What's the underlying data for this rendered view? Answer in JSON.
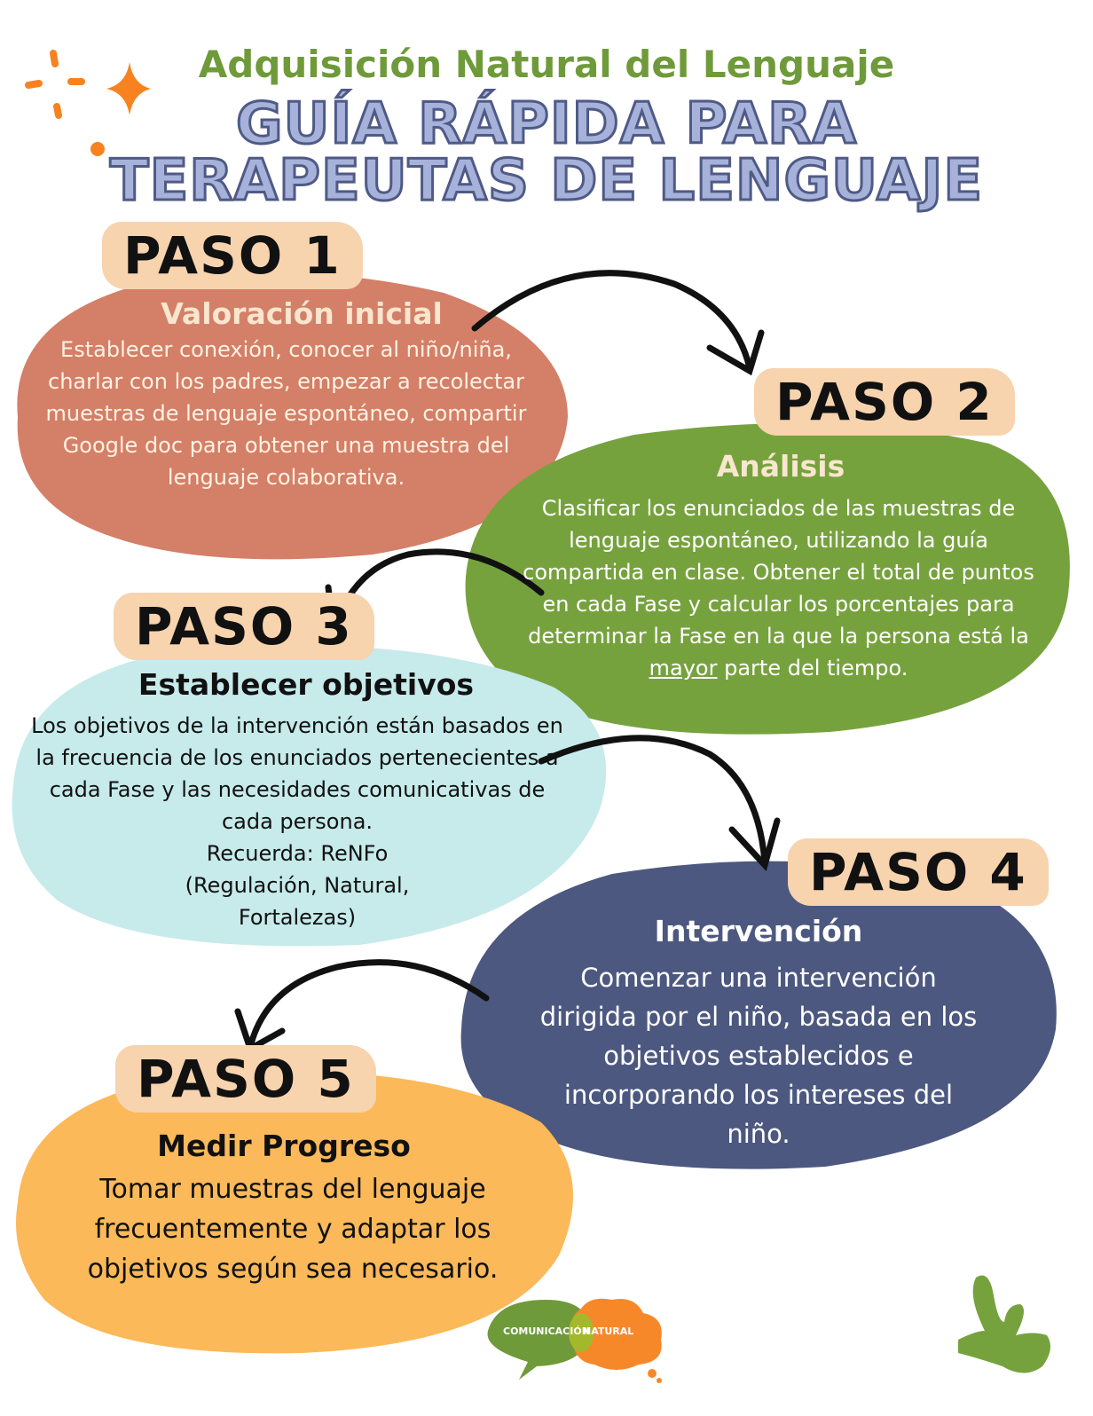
{
  "header": {
    "subtitle": "Adquisición Natural del Lenguaje",
    "title_line1": "GUÍA RÁPIDA PARA",
    "title_line2": "TERAPEUTAS DE LENGUAJE"
  },
  "steps": [
    {
      "tag": "PASO 1",
      "heading": "Valoración inicial",
      "text": "Establecer conexión, conocer al niño/niña, charlar con los padres, empezar a recolectar muestras de lenguaje espontáneo, compartir Google doc para obtener una muestra del lenguaje colaborativa.",
      "color": "#d47f67"
    },
    {
      "tag": "PASO 2",
      "heading": "Análisis",
      "text_before": "Clasificar los enunciados de las muestras de lenguaje espontáneo, utilizando la guía compartida en clase. Obtener el total de puntos en cada Fase y calcular los porcentajes para determinar la Fase en la que la persona está la ",
      "text_emph": "mayor",
      "text_after": " parte del tiempo.",
      "color": "#76a23e"
    },
    {
      "tag": "PASO 3",
      "heading": "Establecer objetivos",
      "text": "Los objetivos de la intervención están basados en la frecuencia de los enunciados pertenecientes a cada Fase y las necesidades comunicativas de cada persona.",
      "text2": "Recuerda: ReNFo",
      "text3": "(Regulación, Natural,",
      "text4": "Fortalezas)",
      "color": "#c7eaeb"
    },
    {
      "tag": "PASO 4",
      "heading": "Intervención",
      "text": "Comenzar una intervención dirigida por el niño, basada en los objetivos establecidos e incorporando los intereses del niño.",
      "color": "#4c587f"
    },
    {
      "tag": "PASO 5",
      "heading": "Medir Progreso",
      "text": "Tomar muestras del lenguaje frecuentemente y adaptar los objetivos según sea necesario.",
      "color": "#fbb95a"
    }
  ],
  "logo": {
    "left": "COMUNICACIÓN",
    "right": "NATURAL"
  }
}
